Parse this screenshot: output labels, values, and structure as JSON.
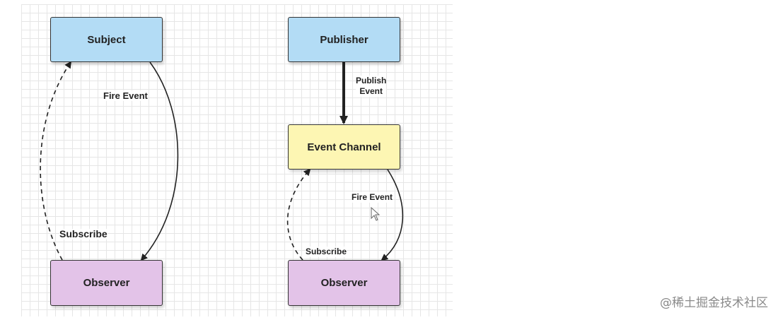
{
  "left_diagram": {
    "subject": "Subject",
    "observer": "Observer",
    "fire_event": "Fire Event",
    "subscribe": "Subscribe"
  },
  "right_diagram": {
    "publisher": "Publisher",
    "publish_event_line1": "Publish",
    "publish_event_line2": "Event",
    "event_channel": "Event Channel",
    "fire_event": "Fire Event",
    "subscribe": "Subscribe",
    "observer": "Observer"
  },
  "watermark": "@稀土掘金技术社区",
  "colors": {
    "blue_node": "#b3dcf5",
    "purple_node": "#e3c3e8",
    "yellow_node": "#fdf6b3"
  }
}
